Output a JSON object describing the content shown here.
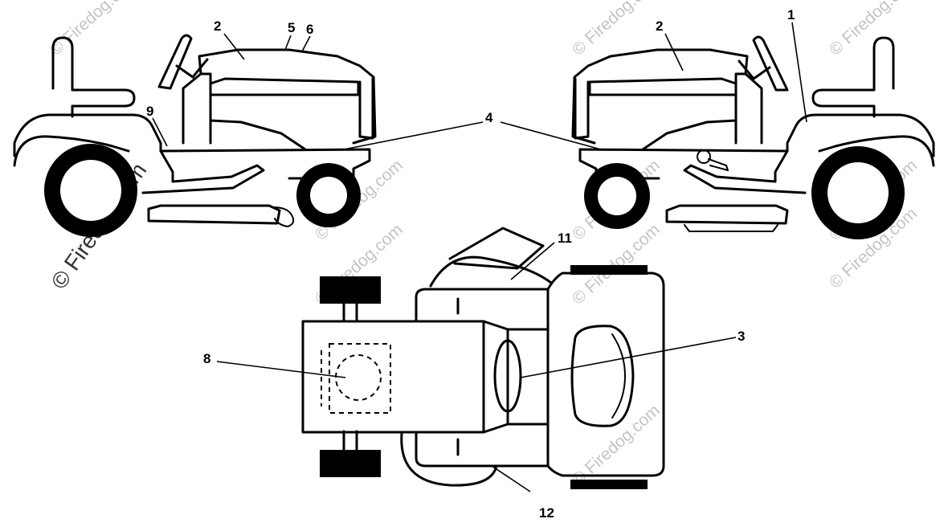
{
  "callouts": {
    "c1": "1",
    "c2a": "2",
    "c2b": "2",
    "c3": "3",
    "c4": "4",
    "c5": "5",
    "c6": "6",
    "c8": "8",
    "c9": "9",
    "c11": "11",
    "c12": "12"
  },
  "watermark": {
    "text": "© Firedog.com"
  }
}
